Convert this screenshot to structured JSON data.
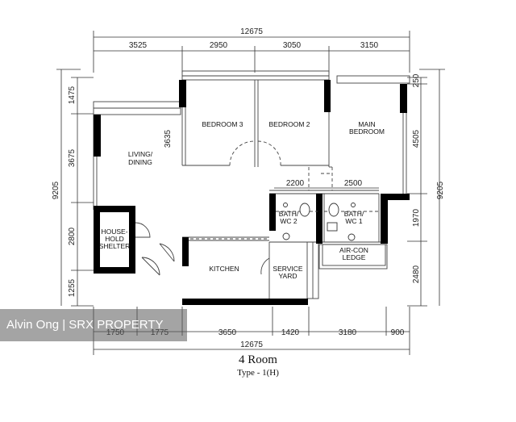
{
  "dimensions": {
    "top_total": "12675",
    "top_segments": [
      "3525",
      "2950",
      "3050",
      "3150"
    ],
    "bottom_total": "12675",
    "bottom_segments": [
      "1750",
      "1775",
      "3650",
      "1420",
      "3180",
      "900"
    ],
    "left_segments": [
      "1475",
      "3675",
      "2800",
      "1255"
    ],
    "left_total": "9205",
    "right_segments": [
      "250",
      "4505",
      "1970",
      "2480"
    ],
    "right_total": "9205",
    "inner_bedroom3_height": "3635",
    "inner_bath2_width": "2200",
    "inner_bath1_width": "2500"
  },
  "rooms": {
    "bedroom3": "BEDROOM 3",
    "bedroom2": "BEDROOM 2",
    "main_bedroom_line1": "MAIN",
    "main_bedroom_line2": "BEDROOM",
    "living_line1": "LIVING/",
    "living_line2": "DINING",
    "bath2_line1": "BATH/",
    "bath2_line2": "WC 2",
    "bath1_line1": "BATH/",
    "bath1_line2": "WC 1",
    "shelter_line1": "HOUSE-",
    "shelter_line2": "HOLD",
    "shelter_line3": "SHELTER",
    "kitchen": "KITCHEN",
    "service_line1": "SERVICE",
    "service_line2": "YARD",
    "aircon_line1": "AIR-CON",
    "aircon_line2": "LEDGE"
  },
  "watermark": "Alvin Ong | SRX PROPERTY",
  "caption": {
    "title": "4 Room",
    "subtitle": "Type - 1(H)"
  }
}
